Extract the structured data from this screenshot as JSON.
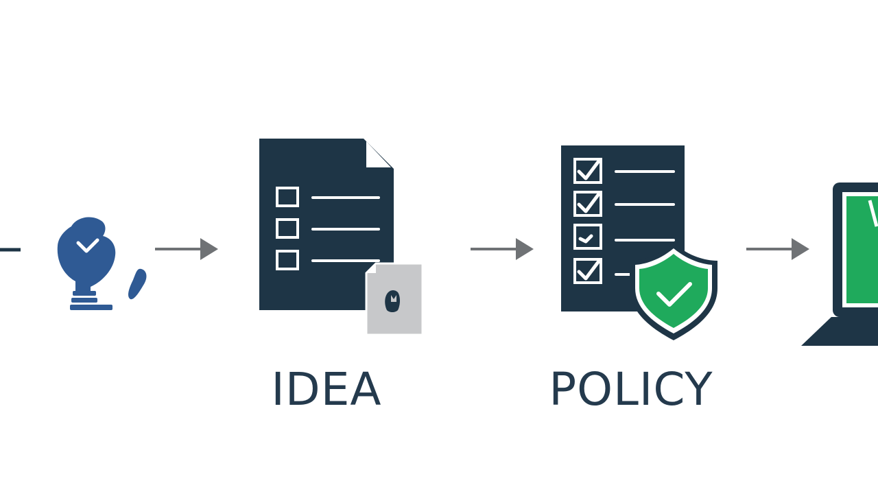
{
  "colors": {
    "background": "#ffffff",
    "navy": "#1e3546",
    "blue": "#2f5a94",
    "green": "#1faa5c",
    "gray_doc": "#c7c8ca",
    "arrow": "#6f7275",
    "text": "#243a4d"
  },
  "steps": [
    {
      "id": "inventor",
      "icon": "inventor-hand-icon",
      "label": ""
    },
    {
      "id": "idea",
      "icon": "document-checklist-icon",
      "label": "IDEA"
    },
    {
      "id": "policy",
      "icon": "checklist-shield-icon",
      "label": "POLICY"
    },
    {
      "id": "device",
      "icon": "laptop-icon",
      "label": ""
    }
  ]
}
